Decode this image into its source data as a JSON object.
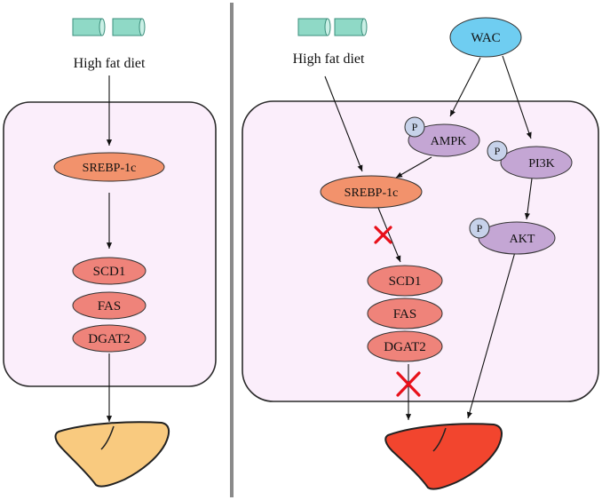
{
  "left_panel": {
    "diet_label": "High fat diet",
    "srebp_label": "SREBP-1c",
    "enzymes": [
      "SCD1",
      "FAS",
      "DGAT2"
    ],
    "liver_color": "#f9ca7f"
  },
  "right_panel": {
    "diet_label": "High fat diet",
    "wac_label": "WAC",
    "ampk_label": "AMPK",
    "pi3k_label": "PI3K",
    "akt_label": "AKT",
    "phospho_label": "P",
    "srebp_label": "SREBP-1c",
    "enzymes": [
      "SCD1",
      "FAS",
      "DGAT2"
    ],
    "liver_color": "#f2452e"
  },
  "colors": {
    "cell_fill": "#fbeefb",
    "enzyme_fill": "#ef837a",
    "srebp_fill": "#f2926c",
    "kinase_fill": "#c4a6d4",
    "phospho_fill": "#c7d2ea",
    "wac_fill": "#6fcdf1",
    "capsule_fill": "#8fd9c6",
    "inhibition_mark": "#e8101a"
  }
}
